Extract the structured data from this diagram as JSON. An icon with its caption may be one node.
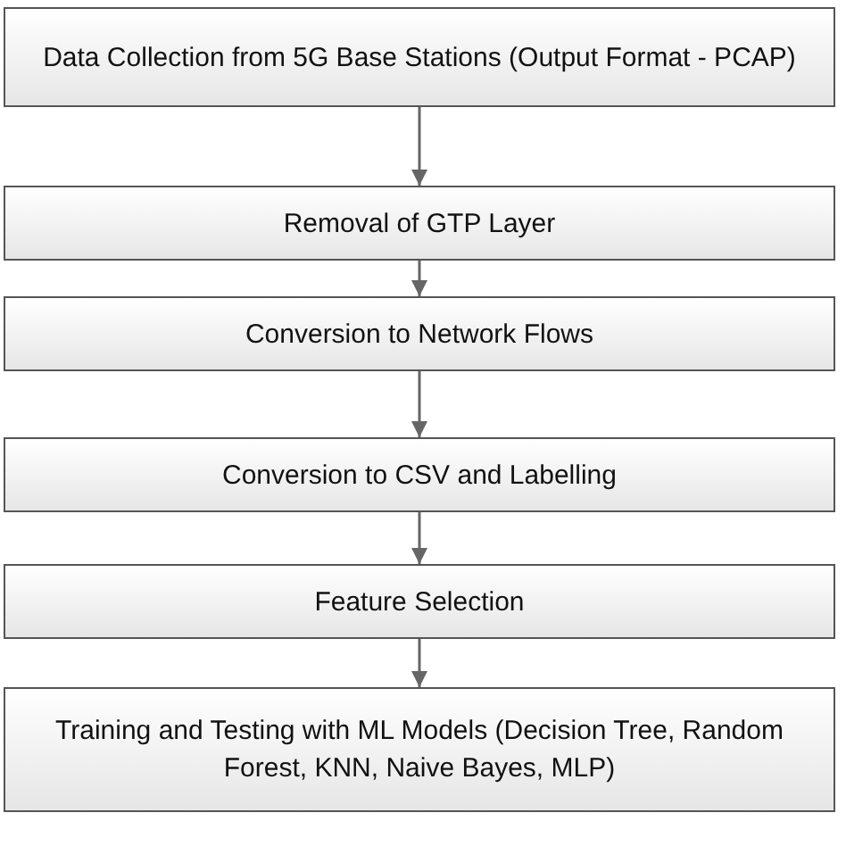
{
  "diagram": {
    "nodes": [
      {
        "text": [
          "Data Collection from 5G Base Stations (Output Format - PCAP)"
        ]
      },
      {
        "text": [
          "Removal of GTP Layer"
        ]
      },
      {
        "text": [
          "Conversion to Network Flows"
        ]
      },
      {
        "text": [
          "Conversion to CSV and Labelling"
        ]
      },
      {
        "text": [
          "Feature Selection"
        ]
      },
      {
        "text": [
          "Training and Testing with ML Models (Decision Tree, Random Forest, KNN, Naive Bayes, MLP)"
        ]
      }
    ],
    "edges": [
      {
        "from": 0,
        "to": 1,
        "arrow": "to"
      },
      {
        "from": 1,
        "to": 2,
        "arrow": "to"
      },
      {
        "from": 2,
        "to": 3,
        "arrow": "to"
      },
      {
        "from": 3,
        "to": 4,
        "arrow": "to"
      },
      {
        "from": 4,
        "to": 5,
        "arrow": "to"
      }
    ]
  }
}
